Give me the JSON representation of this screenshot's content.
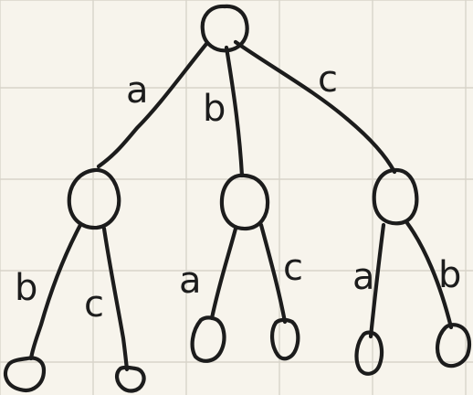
{
  "diagram": {
    "type": "tree",
    "nodes": [
      {
        "id": "root"
      },
      {
        "id": "n_a"
      },
      {
        "id": "n_b"
      },
      {
        "id": "n_c"
      },
      {
        "id": "n_ab"
      },
      {
        "id": "n_ac"
      },
      {
        "id": "n_ba"
      },
      {
        "id": "n_bc"
      },
      {
        "id": "n_ca"
      },
      {
        "id": "n_cb"
      }
    ],
    "edges": [
      {
        "from": "root",
        "to": "n_a",
        "label": "a"
      },
      {
        "from": "root",
        "to": "n_b",
        "label": "b"
      },
      {
        "from": "root",
        "to": "n_c",
        "label": "c"
      },
      {
        "from": "n_a",
        "to": "n_ab",
        "label": "b"
      },
      {
        "from": "n_a",
        "to": "n_ac",
        "label": "c"
      },
      {
        "from": "n_b",
        "to": "n_ba",
        "label": "a"
      },
      {
        "from": "n_b",
        "to": "n_bc",
        "label": "c"
      },
      {
        "from": "n_c",
        "to": "n_ca",
        "label": "a"
      },
      {
        "from": "n_c",
        "to": "n_cb",
        "label": "b"
      }
    ]
  }
}
